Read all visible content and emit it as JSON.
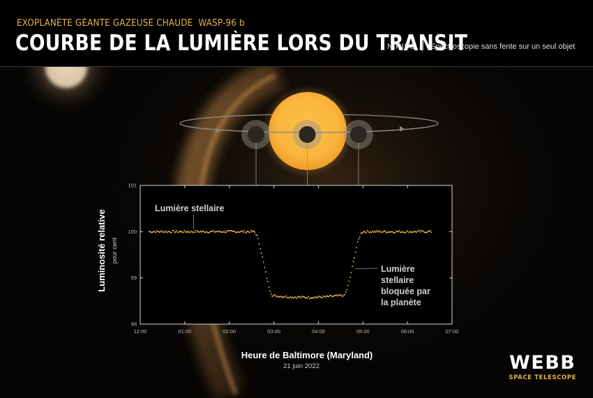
{
  "header": {
    "subtitle": "EXOPLANÈTE GÉANTE GAZEUSE CHAUDE  WASP-96 b",
    "title": "COURBE DE LA LUMIÈRE LORS DU TRANSIT",
    "instrument": "NIRISS",
    "mode": "Spectroscopie sans fente sur un seul objet"
  },
  "logo": {
    "word": "WEBB",
    "sub": "SPACE TELESCOPE"
  },
  "colors": {
    "accent": "#e8b24c",
    "data_points": "#f2b84b",
    "star_core": "#f9b53c",
    "planet": "#2a2622"
  },
  "chart_data": {
    "type": "scatter",
    "ylabel": "Luminosité relative",
    "ylabel_unit": "pour cent",
    "xlabel": "Heure de Baltimore (Maryland)",
    "date": "21 juin 2022",
    "xlim": [
      0,
      7
    ],
    "ylim": [
      98,
      101
    ],
    "x_ticks": [
      "12:00",
      "01:00",
      "02:00",
      "03:00",
      "04:00",
      "05:00",
      "06:00",
      "07:00"
    ],
    "y_ticks": [
      "98",
      "99",
      "100",
      "101"
    ],
    "grid": false,
    "annotations": [
      {
        "text": "Lumière stellaire",
        "x": 1.2,
        "y": 100.0
      },
      {
        "lines": [
          "Lumière",
          "stellaire",
          "bloquée par",
          "la planète"
        ],
        "x": 4.8,
        "y": 99.2
      }
    ],
    "series": [
      {
        "name": "",
        "curve": {
          "baseline": 100.0,
          "depth_min": 98.6,
          "start": 0.2,
          "end": 6.55,
          "ingress_start": 2.55,
          "ingress_end": 3.0,
          "egress_start": 4.55,
          "egress_end": 5.0,
          "noise": 0.025,
          "sampling_interval_h": 0.024
        }
      }
    ],
    "planet_positions_h": [
      2.6,
      3.75,
      4.9
    ]
  }
}
